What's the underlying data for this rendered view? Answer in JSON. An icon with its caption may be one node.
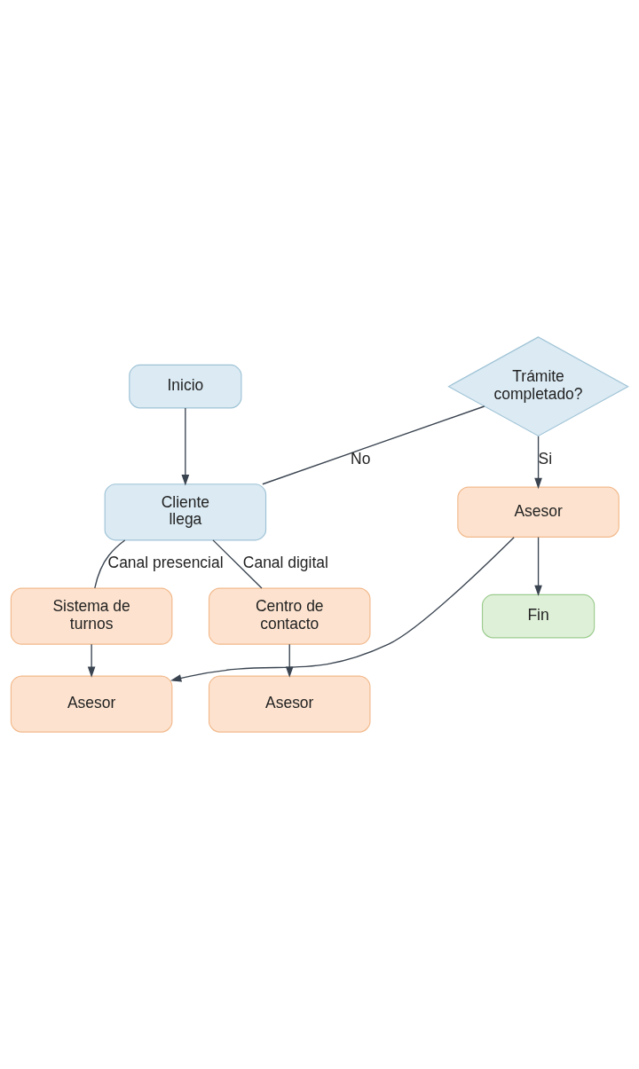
{
  "diagram": {
    "nodes": [
      {
        "text": [
          "Inicio"
        ]
      },
      {
        "text": [
          "Cliente llega"
        ]
      },
      {
        "text": [
          "Sistema de turnos"
        ]
      },
      {
        "text": [
          "Centro de contacto"
        ]
      },
      {
        "text": [
          "Asesor"
        ]
      },
      {
        "text": [
          "Asesor"
        ]
      },
      {
        "text": [
          "Trámite completado?"
        ]
      },
      {
        "text": [
          "Asesor"
        ]
      },
      {
        "text": [
          "Fin"
        ]
      }
    ],
    "edges": [
      {
        "from": 0,
        "to": 1,
        "arrow": "to"
      },
      {
        "from": 1,
        "to": 2,
        "arrow": "none",
        "label": "Canal presencial"
      },
      {
        "from": 1,
        "to": 3,
        "arrow": "none",
        "label": "Canal digital"
      },
      {
        "from": 2,
        "to": 4,
        "arrow": "to"
      },
      {
        "from": 3,
        "to": 5,
        "arrow": "to"
      },
      {
        "from": 1,
        "to": 6,
        "arrow": "none",
        "label": "No"
      },
      {
        "from": 6,
        "to": 7,
        "arrow": "to",
        "label": "Si"
      },
      {
        "from": 7,
        "to": 4,
        "arrow": "to"
      },
      {
        "from": 7,
        "to": 8,
        "arrow": "to"
      }
    ]
  }
}
